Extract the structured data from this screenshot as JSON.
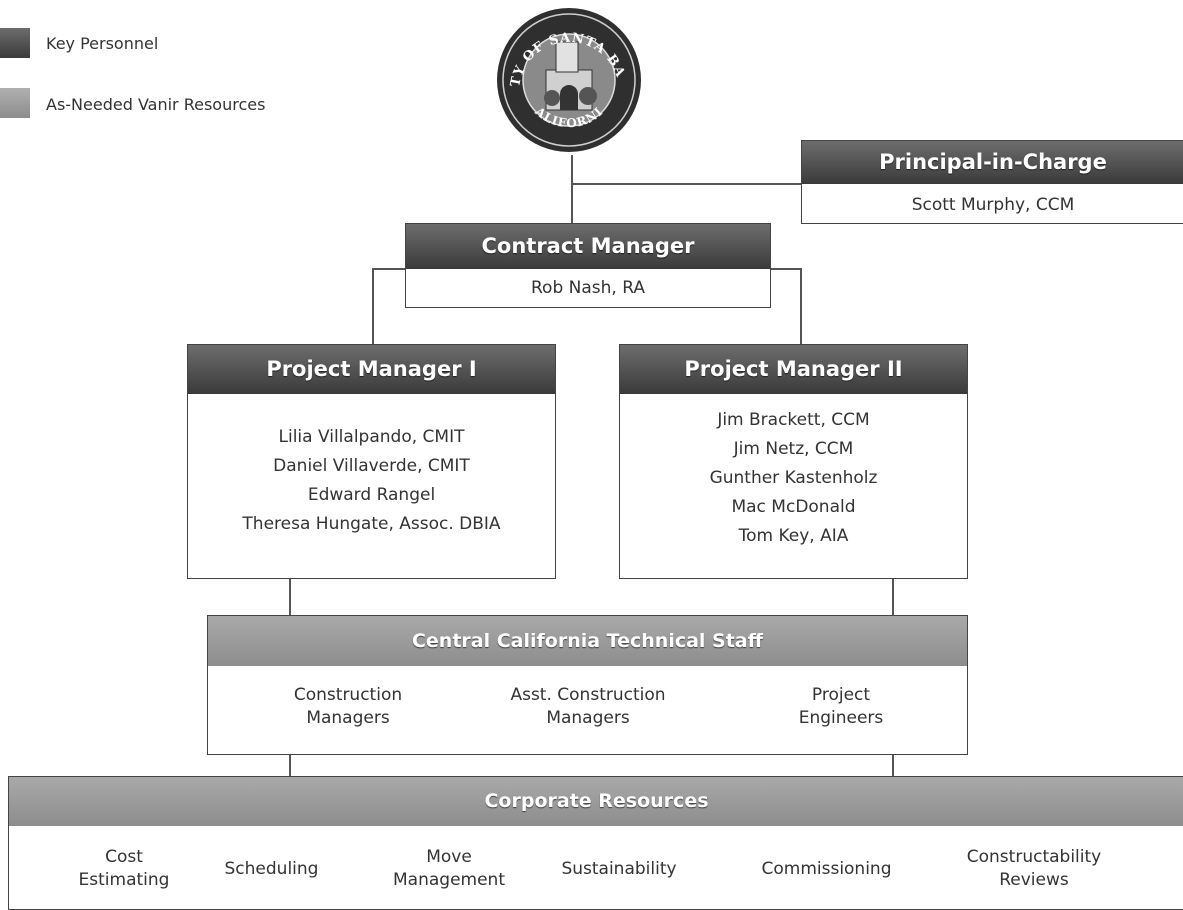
{
  "legend": {
    "key_personnel": {
      "label": "Key Personnel",
      "color": "#4a4a4a"
    },
    "as_needed": {
      "label": "As-Needed Vanir Resources",
      "color": "#9a9a9a"
    }
  },
  "seal": {
    "top_text": "COUNTY OF SANTA BARBARA",
    "bottom_text": "CALIFORNIA"
  },
  "principal": {
    "title": "Principal-in-Charge",
    "name": "Scott Murphy, CCM"
  },
  "contract_manager": {
    "title": "Contract Manager",
    "name": "Rob Nash, RA"
  },
  "pm1": {
    "title": "Project Manager I",
    "members": [
      "Lilia Villalpando, CMIT",
      "Daniel Villaverde, CMIT",
      "Edward Rangel",
      "Theresa Hungate, Assoc. DBIA"
    ]
  },
  "pm2": {
    "title": "Project Manager II",
    "members": [
      "Jim Brackett, CCM",
      "Jim Netz, CCM",
      "Gunther Kastenholz",
      "Mac McDonald",
      "Tom Key, AIA"
    ]
  },
  "technical": {
    "title": "Central California Technical Staff",
    "items": [
      {
        "line1": "Construction",
        "line2": "Managers"
      },
      {
        "line1": "Asst. Construction",
        "line2": "Managers"
      },
      {
        "line1": "Project",
        "line2": "Engineers"
      }
    ]
  },
  "corporate": {
    "title": "Corporate Resources",
    "items": [
      {
        "line1": "Cost",
        "line2": "Estimating"
      },
      {
        "line1": "Scheduling",
        "line2": ""
      },
      {
        "line1": "Move",
        "line2": "Management"
      },
      {
        "line1": "Sustainability",
        "line2": ""
      },
      {
        "line1": "Commissioning",
        "line2": ""
      },
      {
        "line1": "Constructability",
        "line2": "Reviews"
      }
    ]
  }
}
